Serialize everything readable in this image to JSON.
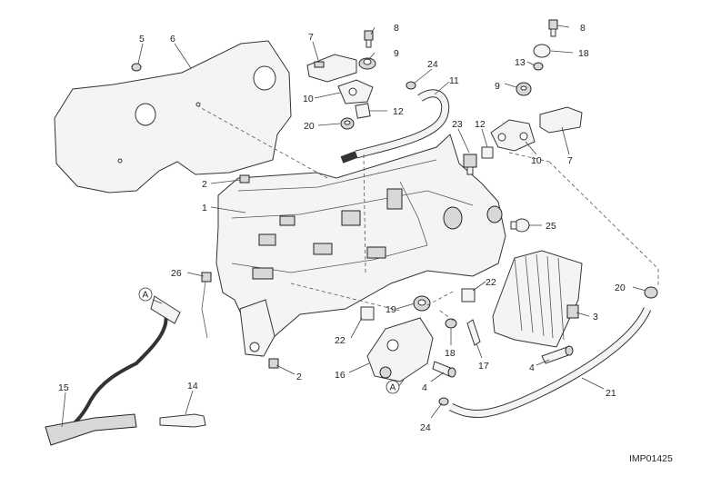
{
  "diagram": {
    "image_code": "IMP01425",
    "callouts": [
      {
        "id": "c5",
        "text": "5"
      },
      {
        "id": "c6",
        "text": "6"
      },
      {
        "id": "c7a",
        "text": "7"
      },
      {
        "id": "c8a",
        "text": "8"
      },
      {
        "id": "c9a",
        "text": "9"
      },
      {
        "id": "c10a",
        "text": "10"
      },
      {
        "id": "c12a",
        "text": "12"
      },
      {
        "id": "c20a",
        "text": "20"
      },
      {
        "id": "c24a",
        "text": "24"
      },
      {
        "id": "c11",
        "text": "11"
      },
      {
        "id": "c23",
        "text": "23"
      },
      {
        "id": "c12b",
        "text": "12"
      },
      {
        "id": "c8b",
        "text": "8"
      },
      {
        "id": "c18a",
        "text": "18"
      },
      {
        "id": "c13",
        "text": "13"
      },
      {
        "id": "c9b",
        "text": "9"
      },
      {
        "id": "c10b",
        "text": "10"
      },
      {
        "id": "c7b",
        "text": "7"
      },
      {
        "id": "c2a",
        "text": "2"
      },
      {
        "id": "c1",
        "text": "1"
      },
      {
        "id": "c25",
        "text": "25"
      },
      {
        "id": "c26",
        "text": "26"
      },
      {
        "id": "c22a",
        "text": "22"
      },
      {
        "id": "c19",
        "text": "19"
      },
      {
        "id": "c22b",
        "text": "22"
      },
      {
        "id": "c3",
        "text": "3"
      },
      {
        "id": "c20b",
        "text": "20"
      },
      {
        "id": "c18b",
        "text": "18"
      },
      {
        "id": "c17",
        "text": "17"
      },
      {
        "id": "c4a",
        "text": "4"
      },
      {
        "id": "c16",
        "text": "16"
      },
      {
        "id": "c2b",
        "text": "2"
      },
      {
        "id": "c4b",
        "text": "4"
      },
      {
        "id": "c21",
        "text": "21"
      },
      {
        "id": "c15",
        "text": "15"
      },
      {
        "id": "c14",
        "text": "14"
      },
      {
        "id": "c24b",
        "text": "24"
      }
    ],
    "reference_markers": [
      {
        "id": "ra",
        "text": "A"
      },
      {
        "id": "rb",
        "text": "A"
      }
    ]
  }
}
